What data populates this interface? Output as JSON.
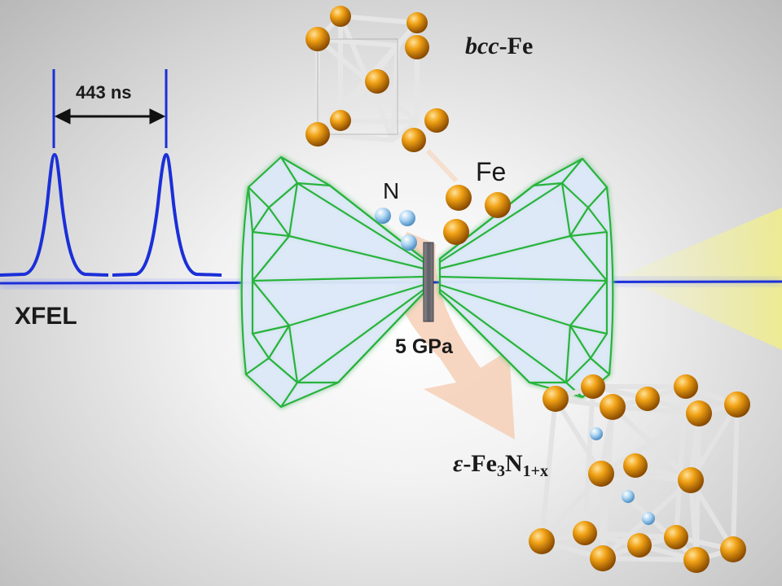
{
  "labels": {
    "pulse_interval": "443 ns",
    "beam": "XFEL",
    "bcc_prefix": "bcc",
    "bcc_suffix": "-Fe",
    "nitrogen": "N",
    "iron": "Fe",
    "pressure": "5 GPa",
    "nitride_epsilon": "ε",
    "nitride_fe": "-Fe",
    "nitride_fe_sub": "3",
    "nitride_n": "N",
    "nitride_n_sub": "1+x"
  },
  "colors": {
    "beam": "#1b2fd8",
    "anvil_edge": "#27b43a",
    "anvil_fill": "#dce9f7",
    "iron_atom": "#e08a00",
    "nitrogen_atom": "#8fc3ee",
    "bond": "#e6e6e6",
    "arrow": "#f6c9ad",
    "transmitted_beam": "#f1f0a6",
    "sample": "#6d6d73"
  }
}
